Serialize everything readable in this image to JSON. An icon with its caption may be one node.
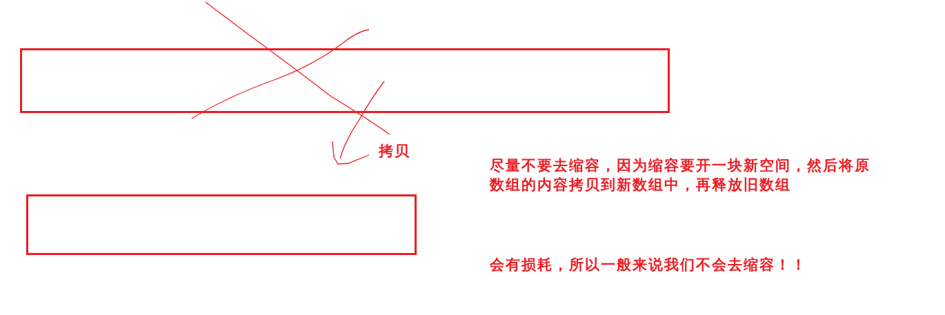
{
  "diagram": {
    "nodes": [
      {
        "text": [],
        "shape": "box"
      },
      {
        "text": [],
        "shape": "box"
      }
    ],
    "labels": [
      "拷贝",
      "尽量不要去缩容，因为缩容要开一块新空间，然后将原数组的内容拷贝到新数组中，再释放旧数组",
      "会有损耗，所以一般来说我们不会去缩容！！"
    ]
  }
}
